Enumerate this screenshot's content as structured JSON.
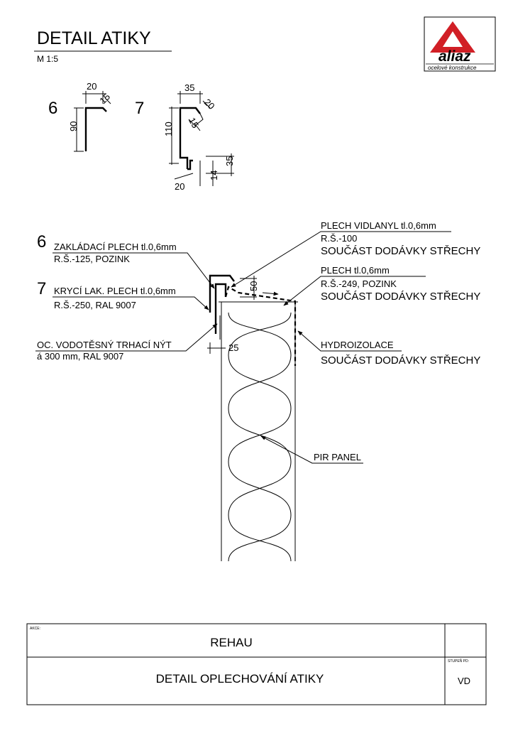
{
  "title": "DETAIL ATIKY",
  "scale": "M 1:5",
  "logo": {
    "name": "aliaz",
    "subtitle": "ocelové konstrukce"
  },
  "profiles": {
    "p6": {
      "number": "6",
      "dims": {
        "width": "20",
        "lip": "15",
        "height": "90"
      }
    },
    "p7": {
      "number": "7",
      "dims": {
        "top": "35",
        "lip": "20",
        "inner": "15",
        "height": "110",
        "bottom_left": "20",
        "bottom_mid": "14",
        "bottom_right": "35"
      }
    }
  },
  "callouts": {
    "c6": {
      "number": "6",
      "line1": "ZAKLÁDACÍ PLECH tl.0,6mm",
      "line2": "R.Š.-125, POZINK"
    },
    "c7": {
      "number": "7",
      "line1": "KRYCÍ LAK. PLECH tl.0,6mm",
      "line2": "R.Š.-250, RAL 9007"
    },
    "rivet": {
      "line1": "OC. VODOTĚSNÝ TRHACÍ  NÝT",
      "line2": "á 300 mm, RAL 9007"
    },
    "vidlanyl": {
      "line1": "PLECH VIDLANYL tl.0,6mm",
      "line2": "R.Š.-100",
      "line3": "SOUČÁST DODÁVKY STŘECHY"
    },
    "plech": {
      "line1": "PLECH tl.0,6mm",
      "line2": "R.Š.-249, POZINK",
      "line3": "SOUČÁST DODÁVKY STŘECHY"
    },
    "hydro": {
      "line1": "HYDROIZOLACE",
      "line2": "SOUČÁST DODÁVKY STŘECHY"
    },
    "pir": {
      "line1": "PIR PANEL"
    }
  },
  "section_dims": {
    "d50": "50",
    "d25": "25"
  },
  "title_block": {
    "akce_label": "AKCE:",
    "project": "REHAU",
    "drawing": "DETAIL OPLECHOVÁNÍ ATIKY",
    "stupen_label": "STUPEŇ PD:",
    "stupen": "VD"
  },
  "colors": {
    "logo_red": "#d11f26",
    "line": "#000000"
  }
}
